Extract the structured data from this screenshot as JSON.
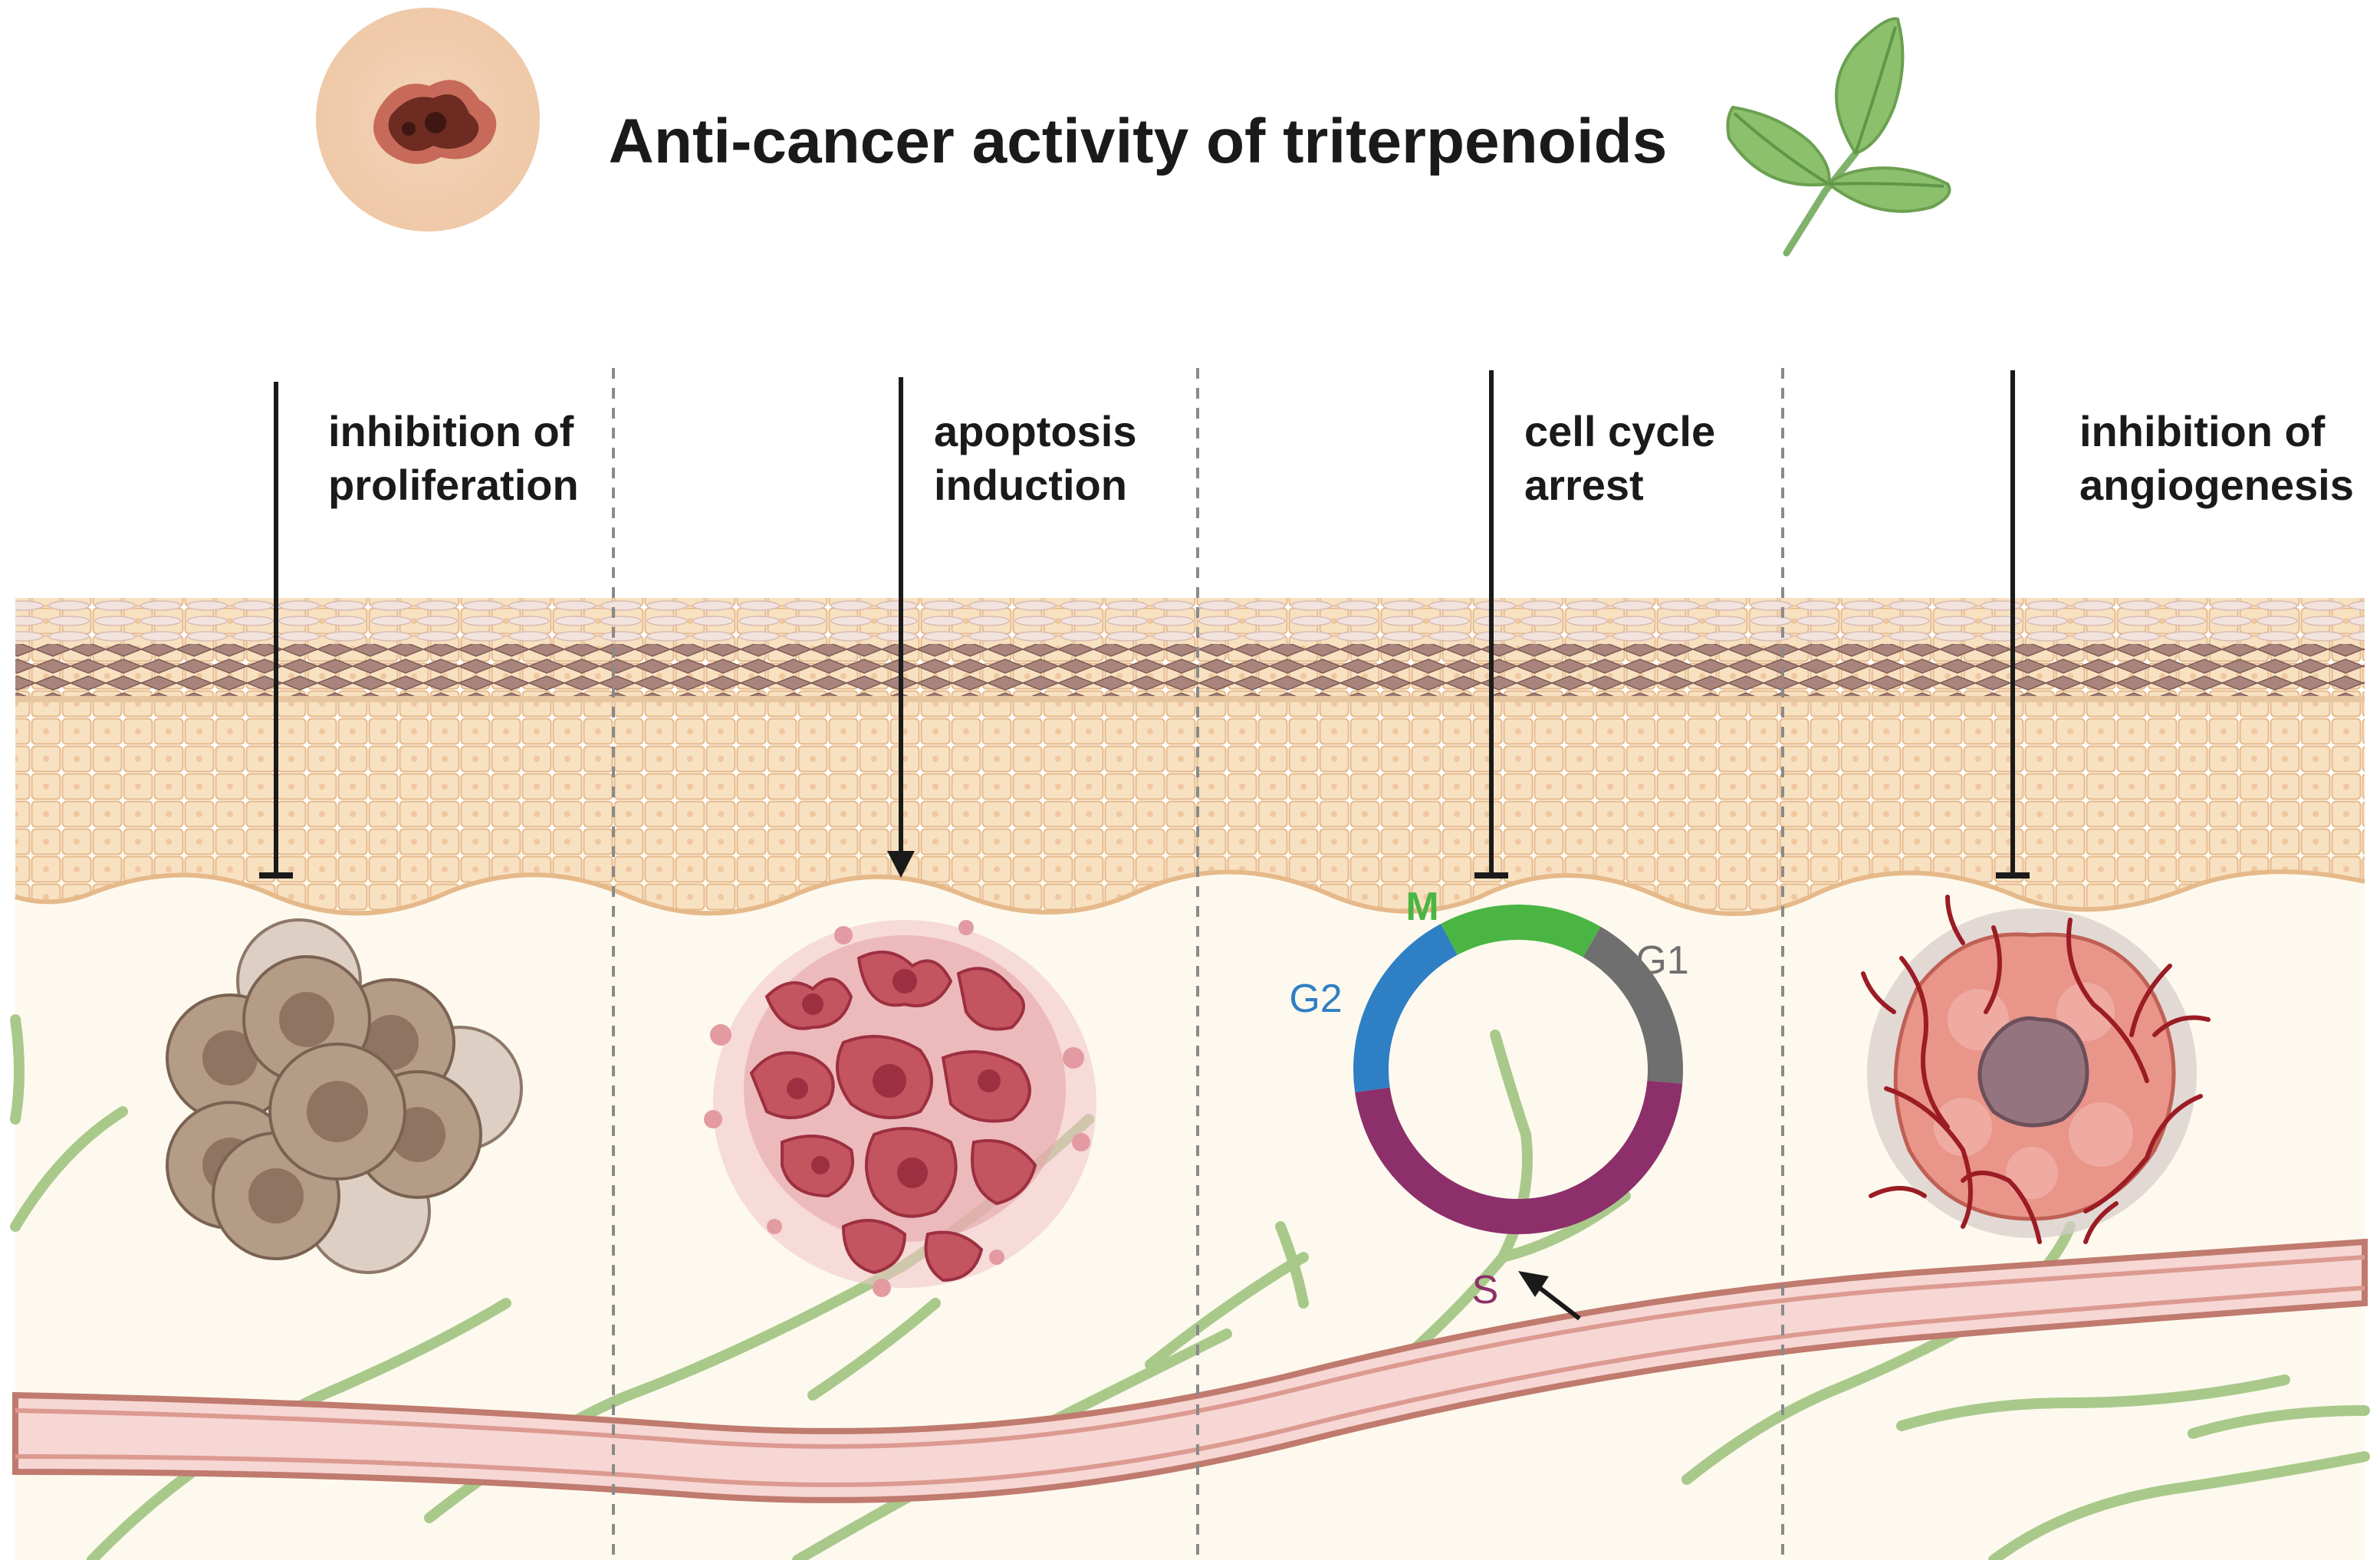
{
  "title": "Anti-cancer activity of triterpenoids",
  "mechanisms": [
    {
      "line1": "inhibition of",
      "line2": "proliferation",
      "effect": "inhibit",
      "icon": "tumor-cell-cluster-icon"
    },
    {
      "line1": "apoptosis",
      "line2": "induction",
      "effect": "induce",
      "icon": "apoptotic-cell-icon"
    },
    {
      "line1": "cell cycle",
      "line2": "arrest",
      "effect": "inhibit",
      "icon": "cell-cycle-ring-icon"
    },
    {
      "line1": "inhibition of",
      "line2": "angiogenesis",
      "effect": "inhibit",
      "icon": "vascularized-tumor-icon"
    }
  ],
  "cell_cycle": {
    "phases": [
      {
        "name": "M",
        "color": "#4bb543"
      },
      {
        "name": "G1",
        "color": "#6f6f6f"
      },
      {
        "name": "S",
        "color": "#8c2f6b"
      },
      {
        "name": "G2",
        "color": "#2f7fc4"
      }
    ],
    "arrest_phase": "S"
  },
  "icons": {
    "header_left": "skin-lesion-icon",
    "header_right": "leaf-icon"
  },
  "colors": {
    "skin_surface": "#e8d2cc",
    "epidermis": "#f5dcb9",
    "dermis": "#fdf9ee",
    "vessel": "#f2c8c8",
    "nerves": "#9fc47e",
    "tumor": "#b59c86",
    "apoptotic": "#c4545f"
  }
}
